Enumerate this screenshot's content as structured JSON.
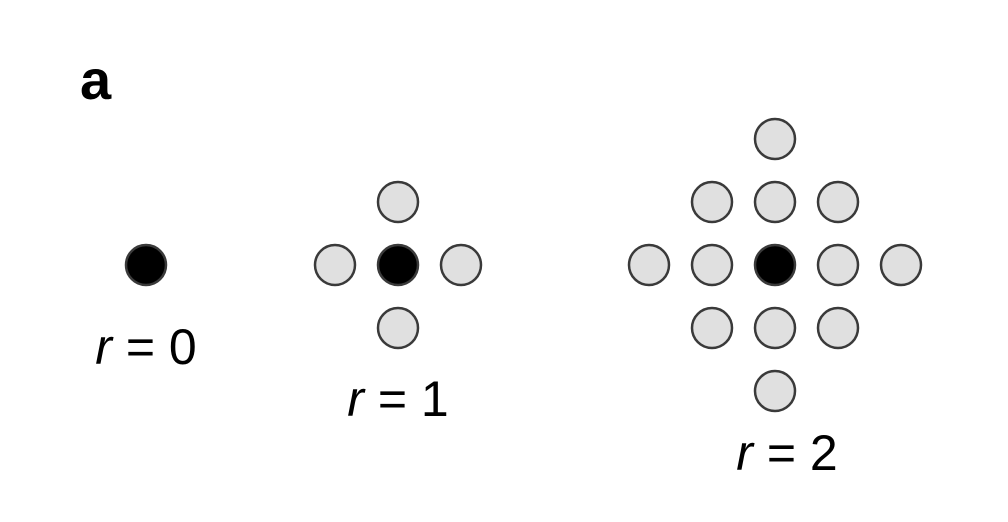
{
  "panel_label": "a",
  "colors": {
    "center_fill": "#000000",
    "neighbor_fill": "#e0e0e0",
    "outline": "#3a3a3a",
    "background": "#ffffff"
  },
  "diagrams": [
    {
      "radius": 0,
      "label_var": "r",
      "label_rest": " = 0"
    },
    {
      "radius": 1,
      "label_var": "r",
      "label_rest": " = 1"
    },
    {
      "radius": 2,
      "label_var": "r",
      "label_rest": " = 2"
    }
  ]
}
